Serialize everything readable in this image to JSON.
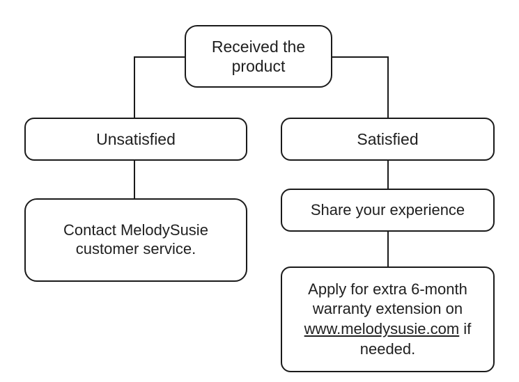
{
  "diagram": {
    "title": "Post-purchase customer satisfaction flowchart",
    "line_color": "#1a1a1a",
    "text_color": "#1f1f1f",
    "background_color": "#ffffff",
    "nodes": [
      {
        "id": "received",
        "label": "Received the\nproduct"
      },
      {
        "id": "unsatisfied",
        "label": "Unsatisfied"
      },
      {
        "id": "satisfied",
        "label": "Satisfied"
      },
      {
        "id": "contact",
        "label": "Contact MelodySusie\ncustomer service."
      },
      {
        "id": "share",
        "label": "Share your experience"
      },
      {
        "id": "apply",
        "label": "Apply for extra 6-month warranty extension on www.melodysusie.com if needed.",
        "segments": {
          "before": "Apply for extra 6-month warranty extension on ",
          "link": "www.melodysusie.com",
          "after": " if needed."
        }
      }
    ],
    "edges": [
      {
        "id": "received-to-unsatisfied",
        "from": "received",
        "to": "unsatisfied"
      },
      {
        "id": "received-to-satisfied",
        "from": "received",
        "to": "satisfied"
      },
      {
        "id": "unsatisfied-to-contact",
        "from": "unsatisfied",
        "to": "contact"
      },
      {
        "id": "satisfied-to-share",
        "from": "satisfied",
        "to": "share"
      },
      {
        "id": "share-to-apply",
        "from": "share",
        "to": "apply"
      }
    ]
  }
}
